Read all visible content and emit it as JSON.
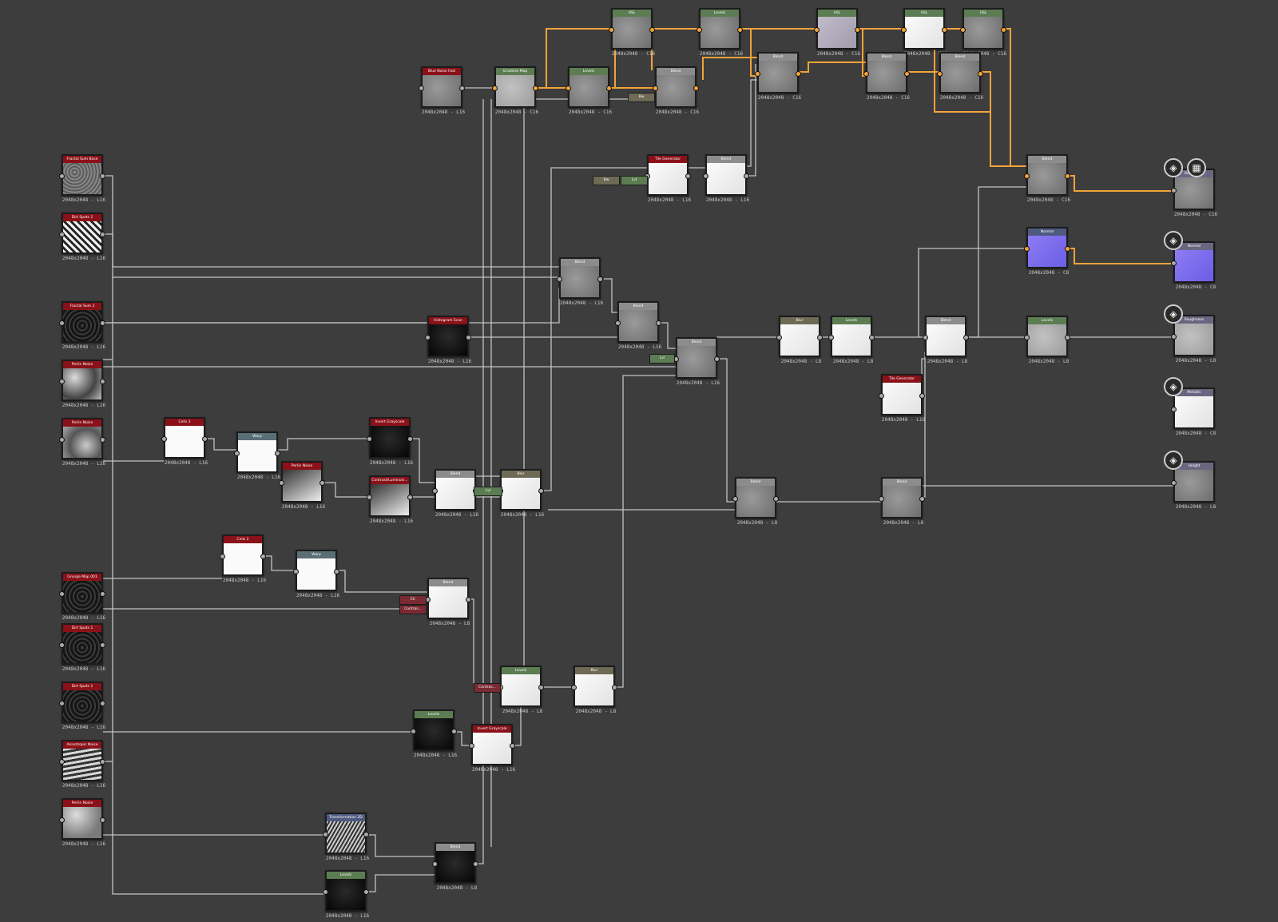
{
  "graph": {
    "nodes": [
      {
        "id": "n_hsl1",
        "title": "HSL",
        "hdr": "green",
        "thumb": "gray",
        "res": "2048x2048 - C16"
      },
      {
        "id": "n_levels_top",
        "title": "Levels",
        "hdr": "green",
        "thumb": "gray",
        "res": "2048x2048 - C16"
      },
      {
        "id": "n_hsl2",
        "title": "HSL",
        "hdr": "green",
        "thumb": "lav",
        "res": "2048x2048 - C16"
      },
      {
        "id": "n_hsl3",
        "title": "HSL",
        "hdr": "green",
        "thumb": "white",
        "res": "2048x2048 - C16"
      },
      {
        "id": "n_hsl4",
        "title": "HSL",
        "hdr": "green",
        "thumb": "gray",
        "res": "2048x2048 - C16"
      },
      {
        "id": "n_bluenoise",
        "title": "Blue Noise Fast",
        "hdr": "red",
        "thumb": "gray",
        "res": "2048x2048 - L16"
      },
      {
        "id": "n_gradmap",
        "title": "Gradient Map",
        "hdr": "green",
        "thumb": "lgray",
        "res": "2048x2048 - C16"
      },
      {
        "id": "n_levels2",
        "title": "Levels",
        "hdr": "green",
        "thumb": "gray",
        "res": "2048x2048 - C16"
      },
      {
        "id": "n_blend_a",
        "title": "Blend",
        "hdr": "gray",
        "thumb": "gray",
        "res": "2048x2048 - C16"
      },
      {
        "id": "n_blend_b",
        "title": "Blend",
        "hdr": "gray",
        "thumb": "gray",
        "res": "2048x2048 - C16"
      },
      {
        "id": "n_blend_c",
        "title": "Blend",
        "hdr": "gray",
        "thumb": "gray",
        "res": "2048x2048 - C16"
      },
      {
        "id": "n_blend_d",
        "title": "Blend",
        "hdr": "gray",
        "thumb": "gray",
        "res": "2048x2048 - C16"
      },
      {
        "id": "n_tilegen1",
        "title": "Tile Generator",
        "hdr": "red",
        "thumb": "white",
        "res": "2048x2048 - L16"
      },
      {
        "id": "n_blend_e",
        "title": "Blend",
        "hdr": "gray",
        "thumb": "white",
        "res": "2048x2048 - L16"
      },
      {
        "id": "n_blend_base",
        "title": "Blend",
        "hdr": "gray",
        "thumb": "gray",
        "res": "2048x2048 - C16"
      },
      {
        "id": "n_fractalsum_base",
        "title": "Fractal Sum Base",
        "hdr": "red",
        "thumb": "noise",
        "res": "2048x2048 - L16"
      },
      {
        "id": "n_dirtspots1",
        "title": "Dirt Spots 1",
        "hdr": "red",
        "thumb": "spots",
        "res": "2048x2048 - L16"
      },
      {
        "id": "n_normal",
        "title": "Normal",
        "hdr": "navy",
        "thumb": "blue",
        "res": "2048x2048 - C8"
      },
      {
        "id": "n_blend_f",
        "title": "Blend",
        "hdr": "gray",
        "thumb": "gray",
        "res": "2048x2048 - L16"
      },
      {
        "id": "n_blend_g",
        "title": "Blend",
        "hdr": "gray",
        "thumb": "gray",
        "res": "2048x2048 - L16"
      },
      {
        "id": "n_fractalsum2",
        "title": "Fractal Sum 2",
        "hdr": "red",
        "thumb": "dark",
        "res": "2048x2048 - L16"
      },
      {
        "id": "n_histscan",
        "title": "Histogram Scan",
        "hdr": "red",
        "thumb": "black",
        "res": "2048x2048 - L16"
      },
      {
        "id": "n_blend_h",
        "title": "Blend",
        "hdr": "gray",
        "thumb": "gray",
        "res": "2048x2048 - L16"
      },
      {
        "id": "n_blur1",
        "title": "Blur",
        "hdr": "olive",
        "thumb": "white",
        "res": "2048x2048 - L8"
      },
      {
        "id": "n_levels3",
        "title": "Levels",
        "hdr": "green",
        "thumb": "white",
        "res": "2048x2048 - L8"
      },
      {
        "id": "n_blend_i",
        "title": "Blend",
        "hdr": "gray",
        "thumb": "white",
        "res": "2048x2048 - L8"
      },
      {
        "id": "n_levels4",
        "title": "Levels",
        "hdr": "green",
        "thumb": "lgray",
        "res": "2048x2048 - L8"
      },
      {
        "id": "n_perlin1",
        "title": "Perlin Noise",
        "hdr": "red",
        "thumb": "perlin",
        "res": "2048x2048 - L16"
      },
      {
        "id": "n_tilegen2",
        "title": "Tile Generator",
        "hdr": "red",
        "thumb": "white",
        "res": "2048x2048 - L16"
      },
      {
        "id": "n_perlin2",
        "title": "Perlin Noise",
        "hdr": "red",
        "thumb": "perlin2",
        "res": "2048x2048 - L16"
      },
      {
        "id": "n_cells3",
        "title": "Cells 3",
        "hdr": "red",
        "thumb": "cells",
        "res": "2048x2048 - L16"
      },
      {
        "id": "n_warp1",
        "title": "Warp",
        "hdr": "tealgray",
        "thumb": "cells",
        "res": "2048x2048 - L16"
      },
      {
        "id": "n_invgray1",
        "title": "Invert Grayscale",
        "hdr": "red",
        "thumb": "black",
        "res": "2048x2048 - L16"
      },
      {
        "id": "n_perlin3",
        "title": "Perlin Noise",
        "hdr": "red",
        "thumb": "grad",
        "res": "2048x2048 - L16"
      },
      {
        "id": "n_contrast1",
        "title": "Contrast/Luminosi...",
        "hdr": "red",
        "thumb": "grad",
        "res": "2048x2048 - L16"
      },
      {
        "id": "n_blend_j",
        "title": "Blend",
        "hdr": "gray",
        "thumb": "white",
        "res": "2048x2048 - L16"
      },
      {
        "id": "n_blur2",
        "title": "Blur",
        "hdr": "olive",
        "thumb": "white",
        "res": "2048x2048 - L16"
      },
      {
        "id": "n_blend_k",
        "title": "Blend",
        "hdr": "gray",
        "thumb": "gray",
        "res": "2048x2048 - L8"
      },
      {
        "id": "n_blend_l",
        "title": "Blend",
        "hdr": "gray",
        "thumb": "gray",
        "res": "2048x2048 - L8"
      },
      {
        "id": "n_cells2",
        "title": "Cells 2",
        "hdr": "red",
        "thumb": "cells",
        "res": "2048x2048 - L16"
      },
      {
        "id": "n_warp2",
        "title": "Warp",
        "hdr": "tealgray",
        "thumb": "cells",
        "res": "2048x2048 - L16"
      },
      {
        "id": "n_grunge",
        "title": "Grunge Map 001",
        "hdr": "red",
        "thumb": "dark",
        "res": "2048x2048 - L16"
      },
      {
        "id": "n_blend_m",
        "title": "Blend",
        "hdr": "gray",
        "thumb": "white",
        "res": "2048x2048 - L8"
      },
      {
        "id": "n_dirtspots2",
        "title": "Dirt Spots 1",
        "hdr": "red",
        "thumb": "dark",
        "res": "2048x2048 - L16"
      },
      {
        "id": "n_levels5",
        "title": "Levels",
        "hdr": "green",
        "thumb": "white",
        "res": "2048x2048 - L8"
      },
      {
        "id": "n_blur3",
        "title": "Blur",
        "hdr": "olive",
        "thumb": "white",
        "res": "2048x2048 - L8"
      },
      {
        "id": "n_dirtspots3",
        "title": "Dirt Spots 1",
        "hdr": "red",
        "thumb": "dark",
        "res": "2048x2048 - L16"
      },
      {
        "id": "n_levels6",
        "title": "Levels",
        "hdr": "green",
        "thumb": "black",
        "res": "2048x2048 - L16"
      },
      {
        "id": "n_invgray2",
        "title": "Invert Grayscale",
        "hdr": "red",
        "thumb": "white",
        "res": "2048x2048 - L16"
      },
      {
        "id": "n_aniso",
        "title": "Anisotropic Noise",
        "hdr": "red",
        "thumb": "stripes",
        "res": "2048x2048 - L16"
      },
      {
        "id": "n_perlin4",
        "title": "Perlin Noise",
        "hdr": "red",
        "thumb": "soft",
        "res": "2048x2048 - L16"
      },
      {
        "id": "n_transform",
        "title": "Transformation 2D",
        "hdr": "navy",
        "thumb": "diag",
        "res": "2048x2048 - L16"
      },
      {
        "id": "n_levels7",
        "title": "Levels",
        "hdr": "green",
        "thumb": "black",
        "res": "2048x2048 - L16"
      },
      {
        "id": "n_blend_n",
        "title": "Blend",
        "hdr": "gray",
        "thumb": "black",
        "res": "2048x2048 - L8"
      },
      {
        "id": "o_basecolor",
        "title": "Base Color",
        "hdr": "purple",
        "thumb": "gray",
        "res": "2048x2048 - C16",
        "output": true
      },
      {
        "id": "o_normal",
        "title": "Normal",
        "hdr": "purple",
        "thumb": "blue",
        "res": "2048x2048 - C8",
        "output": true
      },
      {
        "id": "o_roughness",
        "title": "Roughness",
        "hdr": "purple",
        "thumb": "lgray",
        "res": "2048x2048 - L8",
        "output": true
      },
      {
        "id": "o_metallic",
        "title": "Metallic",
        "hdr": "purple",
        "thumb": "white",
        "res": "2048x2048 - C8",
        "output": true
      },
      {
        "id": "o_height",
        "title": "Height",
        "hdr": "purple",
        "thumb": "gray",
        "res": "2048x2048 - L8",
        "output": true
      }
    ],
    "mini_nodes": [
      {
        "id": "m_bw1",
        "label": "Bw",
        "style": "olive"
      },
      {
        "id": "m_bw2",
        "label": "Bw",
        "style": "olive"
      },
      {
        "id": "m_lvl1",
        "label": "Lvl",
        "style": "green"
      },
      {
        "id": "m_lvl2",
        "label": "Lvl",
        "style": "green"
      },
      {
        "id": "m_lvl3",
        "label": "Lvl",
        "style": "green"
      },
      {
        "id": "m_clr",
        "label": "Clr",
        "style": "red"
      },
      {
        "id": "m_contr1",
        "label": "Contras...",
        "style": "red"
      },
      {
        "id": "m_contr2",
        "label": "Contras...",
        "style": "red"
      }
    ],
    "colors": {
      "background": "#3d3d3d",
      "wire": "#c4c4c4",
      "wire_color": "#f2a33a"
    },
    "icons": [
      "output-icon",
      "checker-icon"
    ]
  }
}
